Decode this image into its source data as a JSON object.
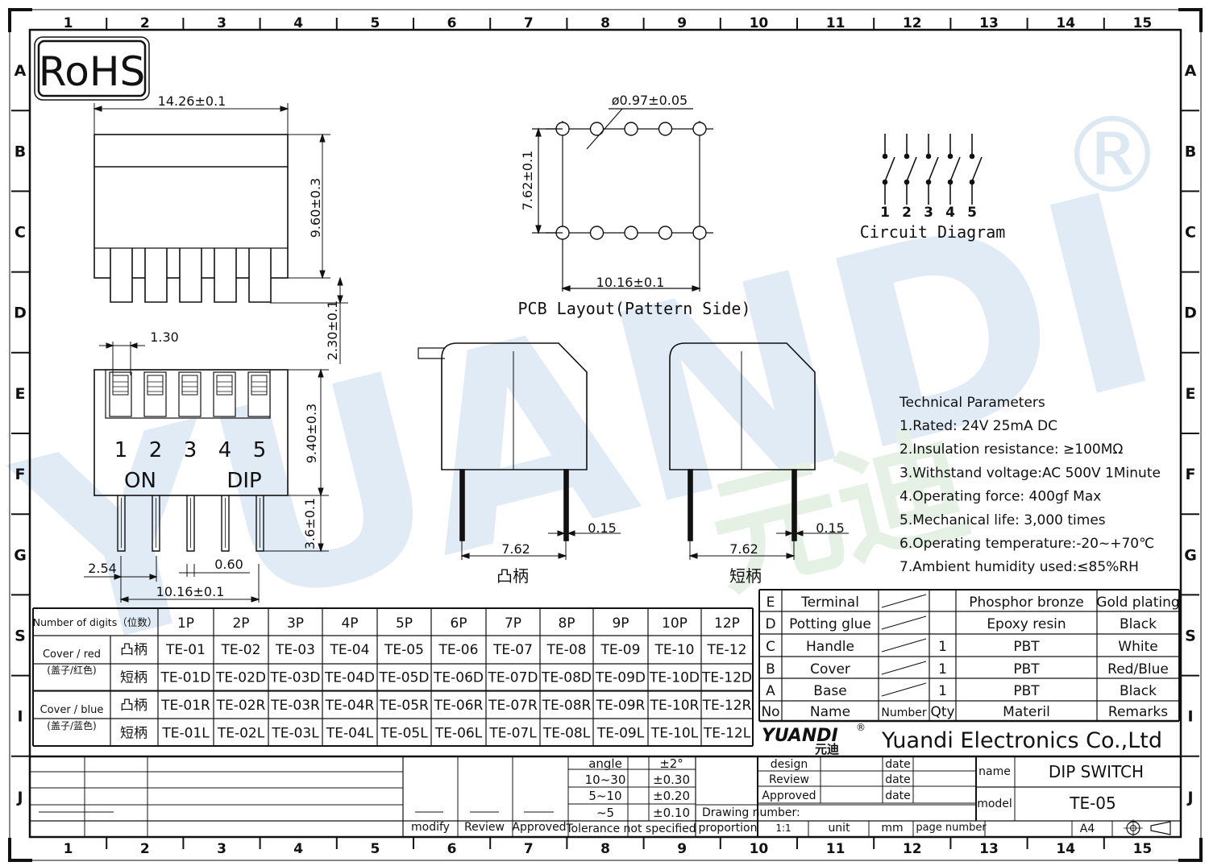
{
  "border": {
    "col_numbers": [
      "1",
      "2",
      "3",
      "4",
      "5",
      "6",
      "7",
      "8",
      "9",
      "10",
      "11",
      "12",
      "13",
      "14",
      "15"
    ],
    "row_letters": [
      "A",
      "B",
      "C",
      "D",
      "E",
      "F",
      "G",
      "S",
      "I",
      "J"
    ]
  },
  "rohs": "RoHS",
  "registered": "®",
  "watermark": {
    "latin": "YUANDI",
    "chinese": "元迪"
  },
  "front_view": {
    "width_dim": "14.26±0.1",
    "height_dim": "9.60±0.3",
    "pin_dim": "2.30±0.1"
  },
  "top_view": {
    "slot_dim": "1.30",
    "height_dim": "9.40±0.3",
    "pin_dim": "3.6±0.1",
    "numbers": [
      "1",
      "2",
      "3",
      "4",
      "5"
    ],
    "on_label": "ON",
    "dip_label": "DIP",
    "pitch_dim": "2.54",
    "pin_width_dim": "0.60",
    "span_dim": "10.16±0.1"
  },
  "pcb": {
    "hole_dim": "ø0.97±0.05",
    "height_dim": "7.62±0.1",
    "width_dim": "10.16±0.1",
    "caption": "PCB  Layout(Pattern  Side)"
  },
  "circuit": {
    "numbers": [
      "1",
      "2",
      "3",
      "4",
      "5"
    ],
    "caption": "Circuit  Diagram"
  },
  "side_views": [
    {
      "thickness": "0.15",
      "span": "7.62",
      "label": "凸柄"
    },
    {
      "thickness": "0.15",
      "span": "7.62",
      "label": "短柄"
    }
  ],
  "tech": {
    "title": "Technical Parameters",
    "items": [
      "1.Rated: 24V 25mA  DC",
      "2.Insulation resistance: ≥100MΩ",
      "3.Withstand voltage:AC 500V 1Minute",
      "4.Operating force: 400gf Max",
      "5.Mechanical life: 3,000 times",
      "6.Operating temperature:-20~+70℃",
      "7.Ambient humidity used:≤85%RH"
    ]
  },
  "model_table": {
    "header_label": "Number of digits（位数）",
    "positions": [
      "1P",
      "2P",
      "3P",
      "4P",
      "5P",
      "6P",
      "7P",
      "8P",
      "9P",
      "10P",
      "12P"
    ],
    "groups": [
      {
        "label_en": "Cover / red",
        "label_cn": "(盖子/红色)",
        "rows": [
          {
            "type": "凸柄",
            "models": [
              "TE-01",
              "TE-02",
              "TE-03",
              "TE-04",
              "TE-05",
              "TE-06",
              "TE-07",
              "TE-08",
              "TE-09",
              "TE-10",
              "TE-12"
            ]
          },
          {
            "type": "短柄",
            "models": [
              "TE-01D",
              "TE-02D",
              "TE-03D",
              "TE-04D",
              "TE-05D",
              "TE-06D",
              "TE-07D",
              "TE-08D",
              "TE-09D",
              "TE-10D",
              "TE-12D"
            ]
          }
        ]
      },
      {
        "label_en": "Cover / blue",
        "label_cn": "(盖子/蓝色)",
        "rows": [
          {
            "type": "凸柄",
            "models": [
              "TE-01R",
              "TE-02R",
              "TE-03R",
              "TE-04R",
              "TE-05R",
              "TE-06R",
              "TE-07R",
              "TE-08R",
              "TE-09R",
              "TE-10R",
              "TE-12R"
            ]
          },
          {
            "type": "短柄",
            "models": [
              "TE-01L",
              "TE-02L",
              "TE-03L",
              "TE-04L",
              "TE-05L",
              "TE-06L",
              "TE-07L",
              "TE-08L",
              "TE-09L",
              "TE-10L",
              "TE-12L"
            ]
          }
        ]
      }
    ]
  },
  "bom": {
    "rows": [
      [
        "E",
        "Terminal",
        "",
        "",
        "Phosphor bronze",
        "Gold plating"
      ],
      [
        "D",
        "Potting glue",
        "",
        "",
        "Epoxy resin",
        "Black"
      ],
      [
        "C",
        "Handle",
        "",
        "1",
        "PBT",
        "White"
      ],
      [
        "B",
        "Cover",
        "",
        "1",
        "PBT",
        "Red/Blue"
      ],
      [
        "A",
        "Base",
        "",
        "1",
        "PBT",
        "Black"
      ]
    ],
    "header": [
      "No",
      "Name",
      "Number",
      "Qty",
      "Materil",
      "Remarks"
    ]
  },
  "company": {
    "logo": "YUANDI",
    "logo_cn": "元迪",
    "name": "Yuandi Electronics Co.,Ltd"
  },
  "title_block": {
    "sign": [
      "design",
      "Review",
      "Approved"
    ],
    "date": "date",
    "name_label": "name",
    "name_value": "DIP SWITCH",
    "model_label": "model",
    "model_value": "TE-05",
    "drawing_number": "Drawing number:",
    "proportion": "proportion",
    "scale": "1:1",
    "unit": "unit",
    "unit_value": "mm",
    "page_number": "page number",
    "paper": "A4"
  },
  "tolerance": {
    "rows": [
      [
        "angle",
        "±2°"
      ],
      [
        "10~30",
        "±0.30"
      ],
      [
        "5~10",
        "±0.20"
      ],
      [
        "~5",
        "±0.10"
      ]
    ],
    "footer": "Tolerance not specified",
    "revision": [
      "modify",
      "Review",
      "Approved"
    ]
  }
}
